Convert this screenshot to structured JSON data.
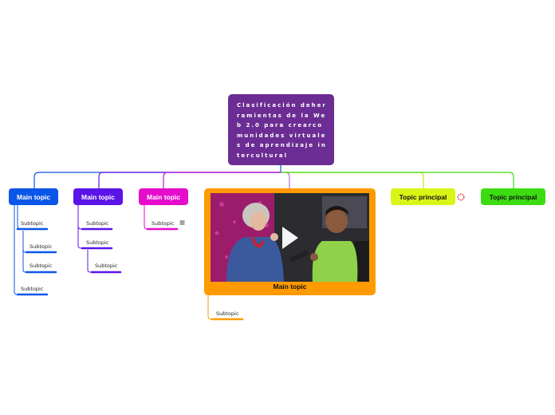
{
  "central": {
    "title": "Clasificación deherramientas de la Web 2.0 para crearcomunidades virtuales de aprendizaje intercultural"
  },
  "branches": [
    {
      "label": "Main topic",
      "color": "#0a56e8",
      "text_color": "#ffffff",
      "subtopics": [
        "Subtopic",
        "Subtopic",
        "Subtopic",
        "Subtopic"
      ]
    },
    {
      "label": "Main topic",
      "color": "#5b14e8",
      "text_color": "#ffffff",
      "subtopics": [
        "Subtopic",
        "Subtopic",
        "Subtopic"
      ]
    },
    {
      "label": "Main topic",
      "color": "#e60ccc",
      "text_color": "#ffffff",
      "subtopics": [
        "Subtopic"
      ],
      "note_icon": "note-lines-icon"
    },
    {
      "label": "Main topic",
      "color": "#ff9a00",
      "text_color": "#111111",
      "subtopics": [
        "Subtopic"
      ],
      "media": "video-thumbnail-with-play-icon"
    },
    {
      "label": "Topic principal",
      "color": "#d9f516",
      "text_color": "#111111",
      "marker_icon": "red-dashed-circle-icon"
    },
    {
      "label": "Topic principal",
      "color": "#3ddc12",
      "text_color": "#111111"
    }
  ],
  "colors": {
    "central_bg": "#6b2d93",
    "connector": "#8a4cc2"
  }
}
